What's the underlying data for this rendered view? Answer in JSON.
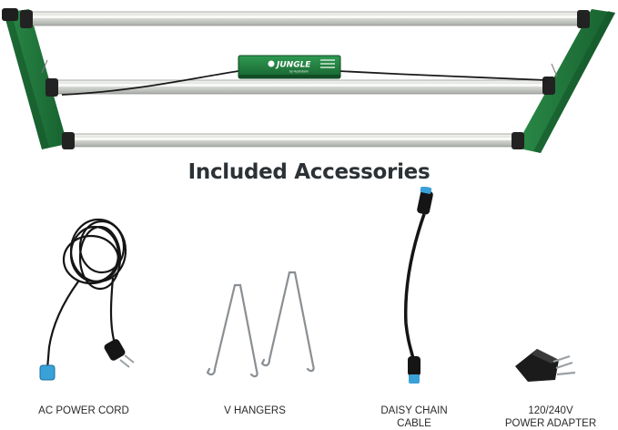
{
  "heading": "Included Accessories",
  "fixture": {
    "driver_brand": "JUNGLE",
    "driver_sub": "by Hydrofarm",
    "frame_color": "#1f7a3c",
    "bar_color": "#d9dcd6"
  },
  "accessories": [
    {
      "label_lines": [
        "AC POWER CORD"
      ],
      "icon": "power-cord-icon"
    },
    {
      "label_lines": [
        "V HANGERS"
      ],
      "icon": "v-hanger-icon"
    },
    {
      "label_lines": [
        "DAISY CHAIN",
        "CABLE"
      ],
      "icon": "daisy-chain-cable-icon"
    },
    {
      "label_lines": [
        "120/240V",
        "POWER ADAPTER"
      ],
      "icon": "power-adapter-icon"
    }
  ],
  "colors": {
    "connector_blue": "#3aa0d8",
    "cable_black": "#151515",
    "steel": "#8a8f93"
  }
}
